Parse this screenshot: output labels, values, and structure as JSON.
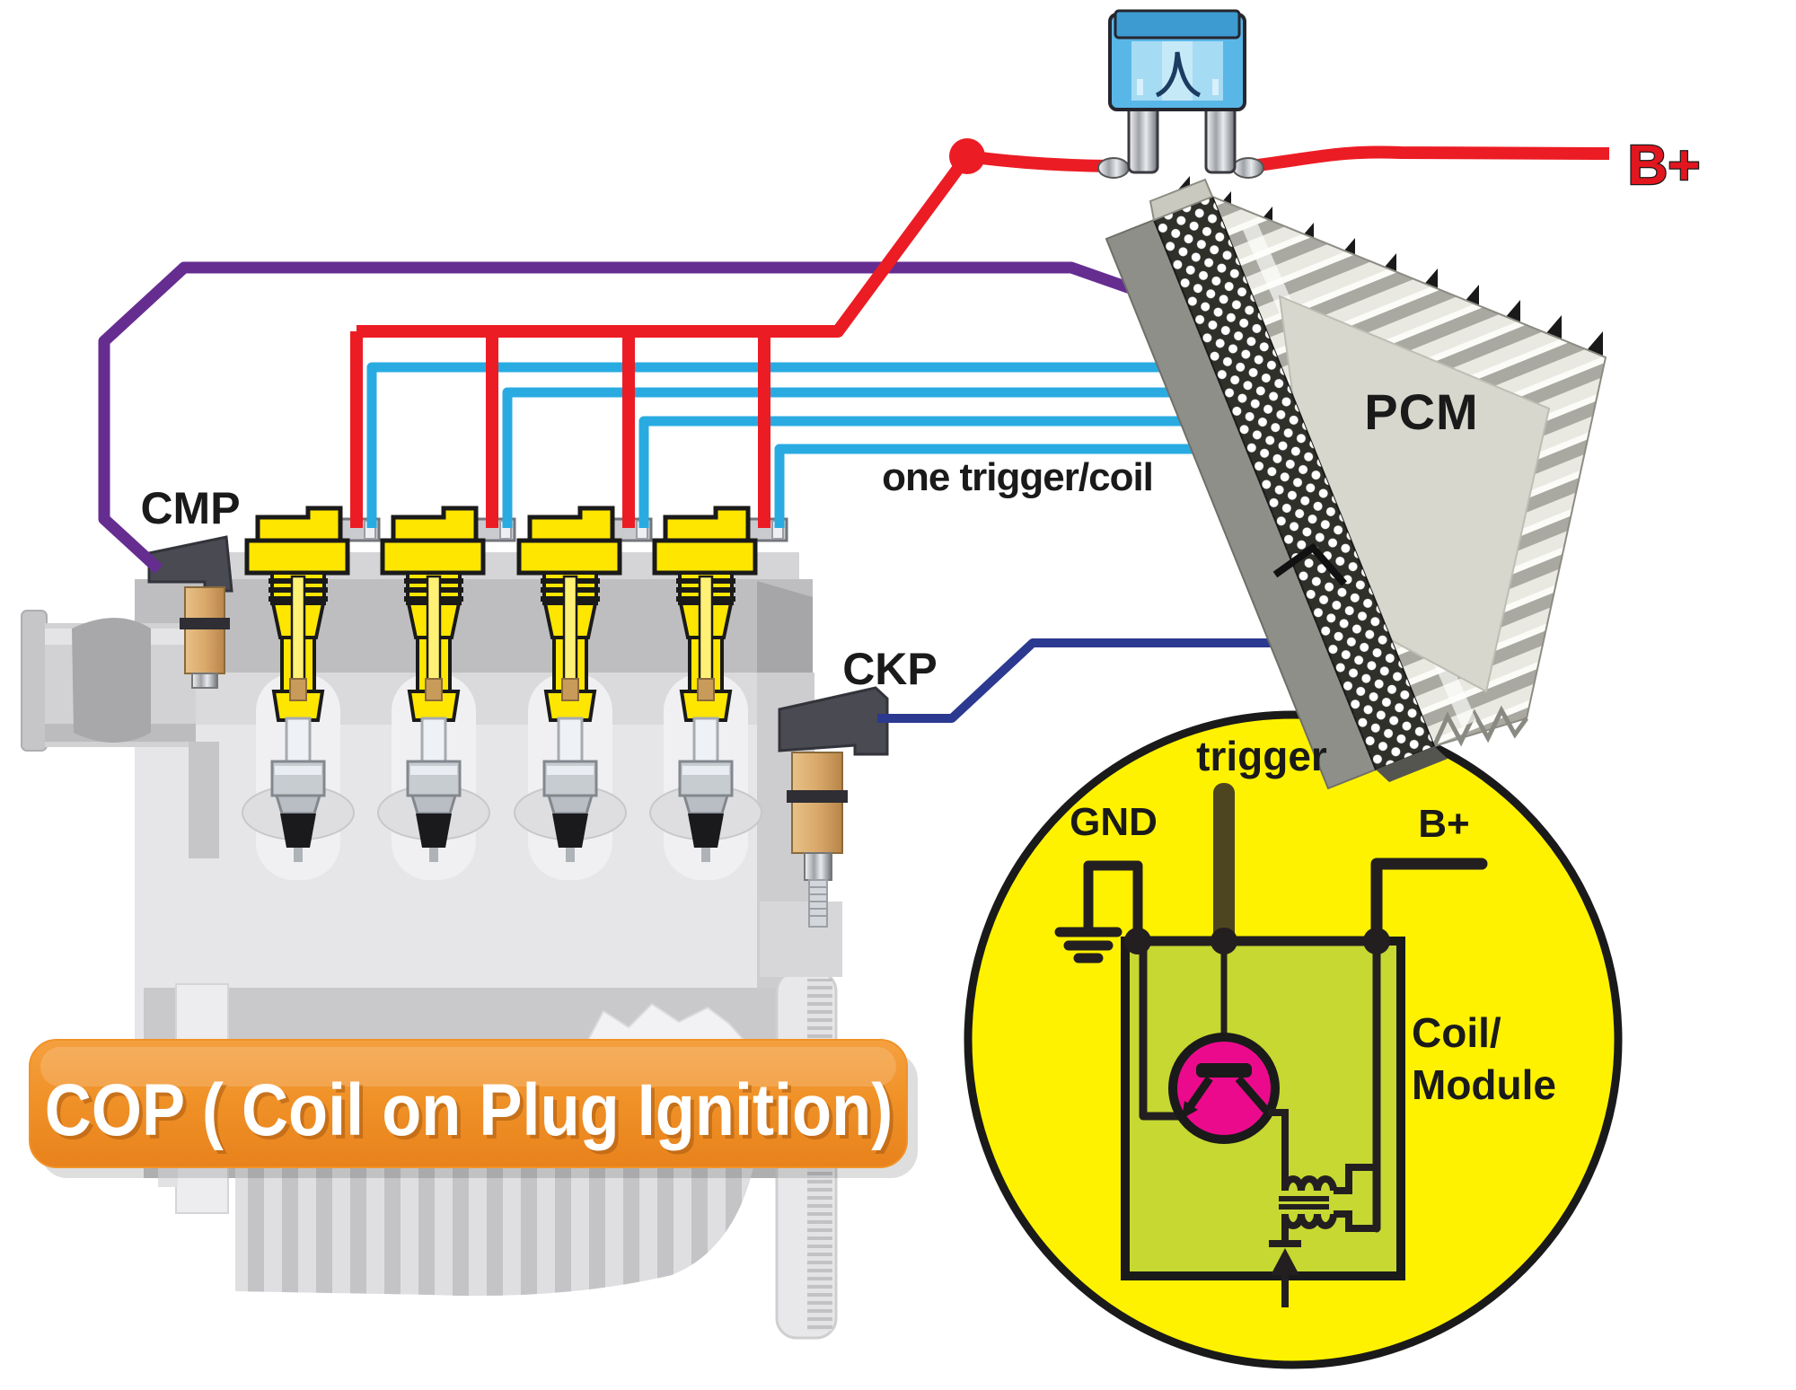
{
  "labels": {
    "battery_top": "B+",
    "pcm": "PCM",
    "trigger_note": "one trigger/coil",
    "cmp": "CMP",
    "ckp": "CKP",
    "banner": "COP ( Coil on Plug Ignition)"
  },
  "inset": {
    "trigger": "trigger",
    "gnd": "GND",
    "b_plus": "B+",
    "coil_module_line1": "Coil/",
    "coil_module_line2": "Module"
  },
  "colors": {
    "wire_red": "#EC1C24",
    "wire_blue": "#29ABE2",
    "wire_purple": "#662D91",
    "wire_navy": "#2B3990",
    "coil_yellow": "#FFE600",
    "inset_yellow": "#FFF200",
    "inset_green": "#C6D831",
    "transistor_pink": "#EC0A8C",
    "banner_orange": "#F09228",
    "label_red": "#E1161F",
    "circuit_black": "#231F20",
    "fuse_blue": "#59B7E8"
  }
}
